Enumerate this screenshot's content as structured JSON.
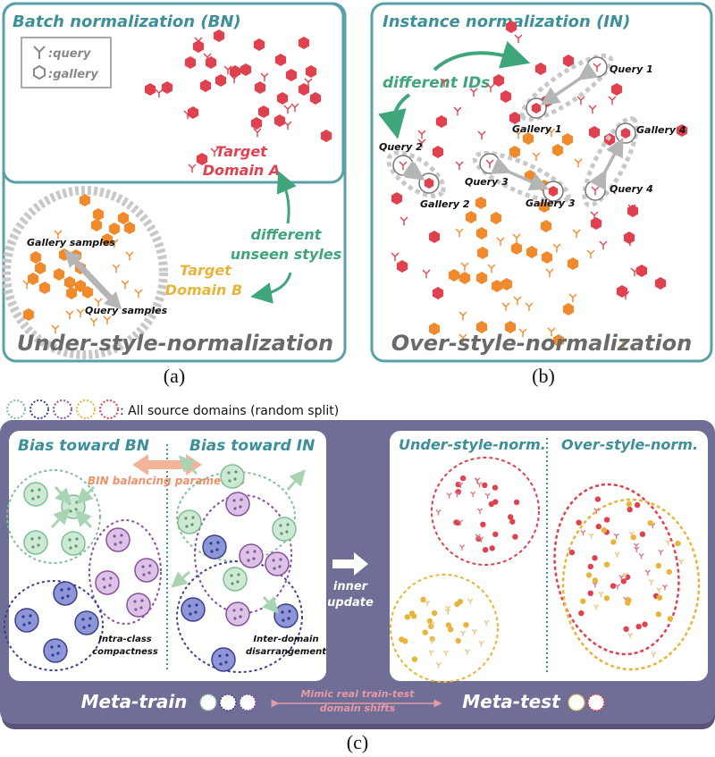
{
  "panel_a": {
    "title": "Batch normalization (BN)",
    "legend": {
      "query_label": ":query",
      "gallery_label": ":gallery"
    },
    "target_a": [
      "Target",
      "Domain A"
    ],
    "target_b": [
      "Target",
      "Domain B"
    ],
    "styles_note": [
      "different",
      "unseen styles"
    ],
    "gallery_samples": "Gallery samples",
    "query_samples": "Query samples",
    "footer": "Under-style-normalization",
    "caption": "(a)"
  },
  "panel_b": {
    "title": "Instance normalization  (IN)",
    "ids_note": "different IDs",
    "labels": [
      "Query 1",
      "Gallery 1",
      "Query 2",
      "Gallery 2",
      "Query 3",
      "Gallery 3",
      "Query 4",
      "Gallery 4"
    ],
    "footer": "Over-style-normalization",
    "caption": "(b)"
  },
  "panel_c": {
    "legend_text": ": All source domains (random split)",
    "legend_colors": [
      "#7fbf95",
      "#3b3f8f",
      "#8a4fa0",
      "#e8b43a",
      "#e0414f"
    ],
    "bias_bn": "Bias toward BN",
    "bias_in": "Bias toward IN",
    "bin_params": "BIN balancing parameters",
    "intra": [
      "Intra-class",
      "compactness"
    ],
    "inter": [
      "Inter-domain",
      "disarrangement"
    ],
    "inner_update": [
      "inner",
      "update"
    ],
    "under": "Under-style-norm.",
    "over": "Over-style-norm.",
    "meta_train": "Meta-train",
    "meta_test": "Meta-test",
    "mimic": [
      "Mimic real train-test",
      "domain shifts"
    ],
    "caption": "(c)"
  },
  "colors": {
    "teal": "#3d8f9a",
    "red": "#e0414f",
    "orange": "#f08a2c",
    "green_text": "#3fa57a",
    "yellow_text": "#e8b43a",
    "purple_bg": "#6e6e96",
    "salmon": "#f4a582"
  }
}
